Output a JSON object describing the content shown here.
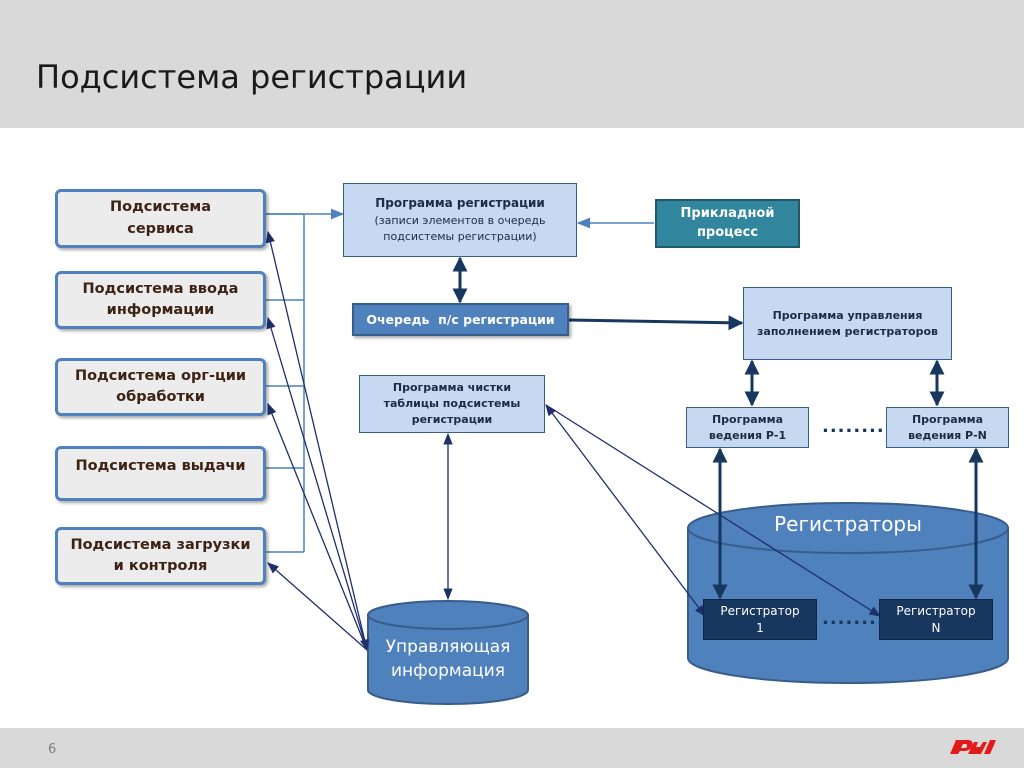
{
  "slide": {
    "title": "Подсистема регистрации",
    "page_number": "6"
  },
  "subsystems": [
    {
      "line1": "Подсистема",
      "line2": "сервиса"
    },
    {
      "line1": "Подсистема ввода",
      "line2": "информации"
    },
    {
      "line1": "Подсистема орг-ции",
      "line2": "обработки"
    },
    {
      "line1": "Подсистема выдачи",
      "line2": ""
    },
    {
      "line1": "Подсистема загрузки",
      "line2": "и контроля"
    }
  ],
  "registration_program": {
    "title": "Программа регистрации",
    "line2": "(записи элементов в очередь",
    "line3": "подсистемы регистрации)"
  },
  "applied_process": {
    "line1": "Прикладной",
    "line2": "процесс"
  },
  "queue": {
    "label": "Очередь  п/с регистрации"
  },
  "fill_manager": {
    "line1": "Программа управления",
    "line2": "заполнением регистраторов"
  },
  "cleanup_program": {
    "line1": "Программа чистки",
    "line2": "таблицы подсистемы",
    "line3": "регистрации"
  },
  "keepers": [
    {
      "line1": "Программа",
      "line2": "ведения Р-1"
    },
    {
      "line1": "Программа",
      "line2": "ведения Р-N"
    }
  ],
  "registrators_cylinder": {
    "label": "Регистраторы"
  },
  "registrators": [
    {
      "line1": "Регистратор",
      "line2": "1"
    },
    {
      "line1": "Регистратор",
      "line2": "N"
    }
  ],
  "control_info": {
    "line1": "Управляющая",
    "line2": "информация"
  },
  "ellipsis": "........",
  "colors": {
    "header_bg": "#d9d9d9",
    "box_border": "#4f81bd",
    "light_box": "#c6d9f1",
    "dark_blue": "#17375e",
    "applied": "#31859c",
    "cylinder": "#4f81bd",
    "logo_red": "#e21a1a"
  }
}
